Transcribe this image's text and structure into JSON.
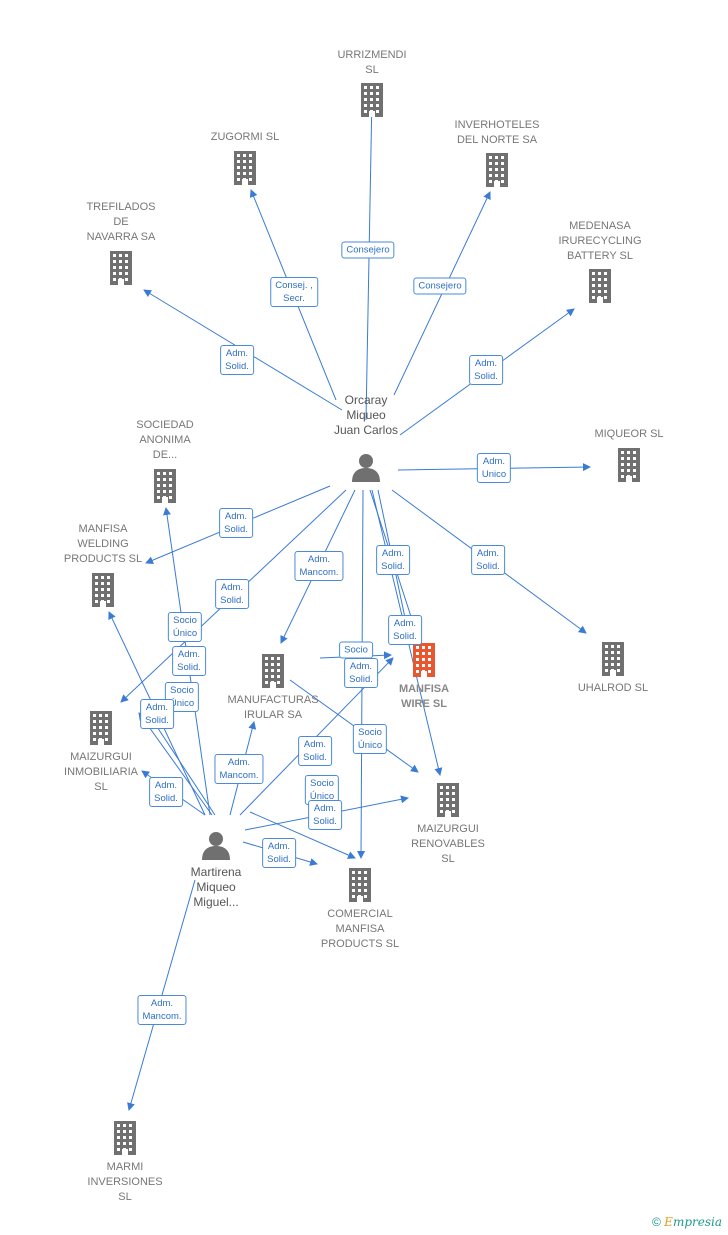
{
  "colors": {
    "edge": "#3a7bd5",
    "building": "#707070",
    "building_main": "#e8572f",
    "person": "#707070",
    "label_border": "#4a8ad8"
  },
  "companies": [
    {
      "id": "urrizmendi",
      "label": "URRIZMENDI\nSL"
    },
    {
      "id": "zugormi",
      "label": "ZUGORMI  SL"
    },
    {
      "id": "inverhoteles",
      "label": "INVERHOTELES\nDEL NORTE SA"
    },
    {
      "id": "trefilados",
      "label": "TREFILADOS\nDE\nNAVARRA SA"
    },
    {
      "id": "medenasa",
      "label": "MEDENASA\nIRURECYCLING\nBATTERY  SL"
    },
    {
      "id": "miqueor",
      "label": "MIQUEOR  SL"
    },
    {
      "id": "sociedad",
      "label": "SOCIEDAD\nANONIMA\nDE..."
    },
    {
      "id": "manfisa_welding",
      "label": "MANFISA\nWELDING\nPRODUCTS  SL"
    },
    {
      "id": "manufacturas",
      "label": "MANUFACTURAS\nIRULAR SA"
    },
    {
      "id": "manfisa_wire",
      "label": "MANFISA\nWIRE  SL",
      "main": true
    },
    {
      "id": "uhalrod",
      "label": "UHALROD SL"
    },
    {
      "id": "maizurgui_inmo",
      "label": "MAIZURGUI\nINMOBILIARIA\nSL"
    },
    {
      "id": "maizurgui_renov",
      "label": "MAIZURGUI\nRENOVABLES\nSL"
    },
    {
      "id": "comercial",
      "label": "COMERCIAL\nMANFISA\nPRODUCTS  SL"
    },
    {
      "id": "marmi",
      "label": "MARMI\nINVERSIONES\nSL"
    }
  ],
  "persons": [
    {
      "id": "orcaray",
      "label": "Orcaray\nMiqueo\nJuan Carlos"
    },
    {
      "id": "martirena",
      "label": "Martirena\nMiqueo\nMiguel..."
    }
  ],
  "edge_labels": [
    {
      "id": "e_urrizmendi",
      "text": "Consejero"
    },
    {
      "id": "e_zugormi",
      "text": "Consej. ,\nSecr."
    },
    {
      "id": "e_inverhoteles",
      "text": "Consejero"
    },
    {
      "id": "e_trefilados",
      "text": "Adm.\nSolid."
    },
    {
      "id": "e_medenasa",
      "text": "Adm.\nSolid."
    },
    {
      "id": "e_miqueor",
      "text": "Adm.\nUnico"
    },
    {
      "id": "e_orc_welding",
      "text": "Adm.\nSolid."
    },
    {
      "id": "e_orc_manuf",
      "text": "Adm.\nMancom."
    },
    {
      "id": "e_orc_wire1",
      "text": "Adm.\nSolid."
    },
    {
      "id": "e_orc_uhalrod",
      "text": "Adm.\nSolid."
    },
    {
      "id": "e_orc_inmo",
      "text": "Adm.\nSolid."
    },
    {
      "id": "e_orc_wire2",
      "text": "Adm.\nSolid."
    },
    {
      "id": "e_mart_sociedad",
      "text": "Socio\nÚnico"
    },
    {
      "id": "e_mart_welding",
      "text": "Adm.\nSolid."
    },
    {
      "id": "e_manuf_wire_socio",
      "text": "Socio"
    },
    {
      "id": "e_manuf_wire_adm",
      "text": "Adm.\nSolid."
    },
    {
      "id": "e_mart_inmo_socio",
      "text": "Socio\nÚnico"
    },
    {
      "id": "e_mart_inmo_adm",
      "text": "Adm.\nSolid."
    },
    {
      "id": "e_mart_manuf",
      "text": "Adm.\nMancom."
    },
    {
      "id": "e_mart_inmo2",
      "text": "Adm.\nSolid."
    },
    {
      "id": "e_mart_wire",
      "text": "Adm.\nSolid."
    },
    {
      "id": "e_manuf_renov",
      "text": "Socio\nÚnico"
    },
    {
      "id": "e_mart_renov_socio",
      "text": "Socio\nÚnico"
    },
    {
      "id": "e_mart_renov_adm",
      "text": "Adm.\nSolid."
    },
    {
      "id": "e_mart_comercial",
      "text": "Adm.\nSolid."
    },
    {
      "id": "e_mart_marmi",
      "text": "Adm.\nMancom."
    }
  ],
  "footer": {
    "copyright": "©",
    "brand_first": "E",
    "brand_rest": "mpresia"
  }
}
